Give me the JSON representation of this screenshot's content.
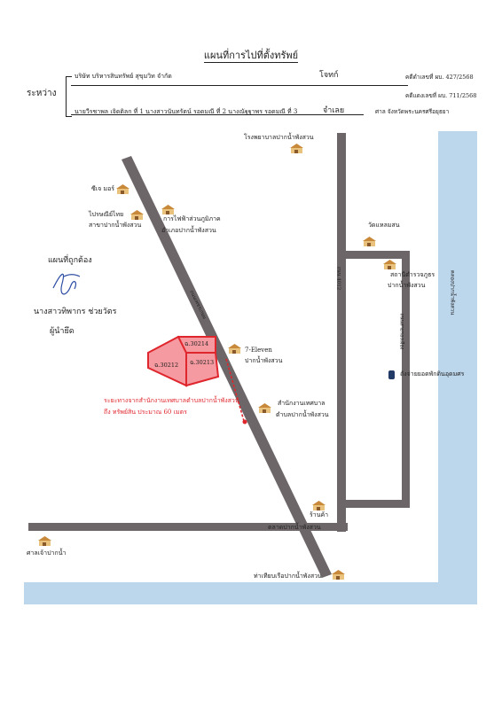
{
  "header": {
    "title": "แผนที่การไปที่ตั้งทรัพย์",
    "between_label": "ระหว่าง",
    "plaintiff_name": "บริษัท บริหารสินทรัพย์ สุขุมวิท จำกัด",
    "plaintiff_role": "โจทก์",
    "defendant_name": "นายวีรชาพล เจิดติลก ที่ 1 นางสาวนันทรัตน์ รอดมณี ที่ 2 นางณัฐฐาพร รอดมณี ที่ 3",
    "defendant_role": "จำเลย",
    "black_case": "คดีดำเลขที่ ผบ. 427/2568",
    "red_case": "คดีแดงเลขที่ ผบ. 711/2568",
    "court": "ศาล จังหวัดพระนครศรีอยุธยา"
  },
  "certification": {
    "label": "แผนที่ถูกต้อง",
    "signer_name": "นางสาวทิพากร ช่วยวัตร",
    "signer_role": "ผู้นำยึด"
  },
  "landmarks": {
    "hospital": "โรงพยาบาลปากน้ำพังสวน",
    "cj_more": "ซีเจ มอร์",
    "post_office_1": "ไปรษณีย์ไทย",
    "post_office_2": "สาขาปากน้ำพังสวน",
    "pea_1": "การไฟฟ้าส่วนภูมิภาค",
    "pea_2": "อำเภอปากน้ำพังสวน",
    "temple": "วัดแหลมสน",
    "police_1": "สถานีตำรวจภูธร",
    "police_2": "ปากน้ำพังสวน",
    "seven_1": "7-Eleven",
    "seven_2": "ปากน้ำพังสวน",
    "municipal_1": "สำนักงานเทศบาล",
    "municipal_2": "ตำบลปากน้ำพังสวน",
    "shop": "ร้านค้า",
    "market": "ตลาดปากน้ำพังสวน",
    "shrine": "ศาลเจ้าปากน้ำ",
    "pier": "ท่าเทียบเรือปากน้ำพังสวน",
    "fuel_tank": "ถังจ่ายยอดพักดินอุดมศร"
  },
  "roads": {
    "main_diagonal": "ถนนเพชรเกษม",
    "right_vertical": "ถนน 4012",
    "right_inner": "ถนนสายรองเมือง",
    "river": "คลองปากน้ำพังสวน"
  },
  "plots": {
    "p1": "ฉ.30214",
    "p2": "ฉ.30212",
    "p3": "ฉ.30213"
  },
  "distance_note": {
    "line1": "ระยะทางจากสำนักงานเทศบาลตำบลปากน้ำพังสวน",
    "line2": "ถึง ทรัพย์สิน ประมาณ 60 เมตร"
  },
  "colors": {
    "road": "#6d6668",
    "river": "#bcd6ec",
    "plot_fill": "#f49aa0",
    "plot_line": "#e0262d",
    "signature": "#2f4fa5"
  }
}
